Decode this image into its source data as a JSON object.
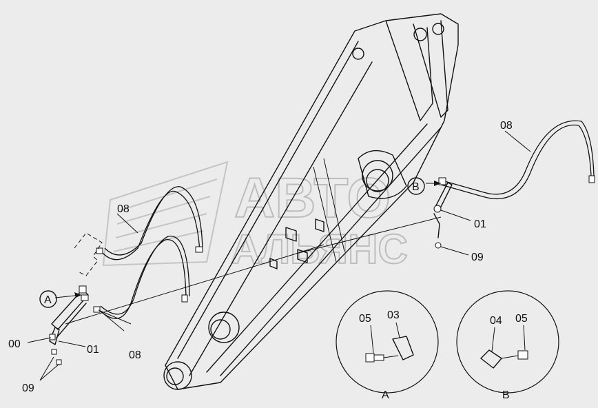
{
  "watermark": {
    "line1": "АВТО",
    "line2": "АЛЬЯНС"
  },
  "labels": {
    "hose_top_left": "08",
    "hose_bottom_left": "08",
    "hose_right": "08",
    "ref_a": "A",
    "ref_b": "B",
    "part_00": "00",
    "part_01_left": "01",
    "part_01_right": "01",
    "part_09_left": "09",
    "part_09_right": "09"
  },
  "detail_a": {
    "caption": "A",
    "label_05": "05",
    "label_03": "03"
  },
  "detail_b": {
    "caption": "B",
    "label_04": "04",
    "label_05": "05"
  }
}
